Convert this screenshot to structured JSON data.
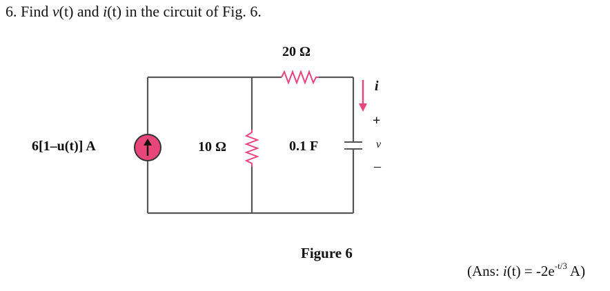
{
  "question": {
    "number": "6.",
    "text_before_v": "Find ",
    "v_symbol": "v",
    "v_arg": "(t)",
    "and_text": " and ",
    "i_symbol": "i",
    "i_arg": "(t)",
    "text_after": " in the circuit of Fig. 6."
  },
  "circuit": {
    "source_label": "6[1–u(t)] A",
    "resistor_1_label": "10 Ω",
    "resistor_2_label": "20 Ω",
    "capacitor_label": "0.1 F",
    "current_label": "i",
    "voltage_label": "v",
    "plus_label": "+",
    "minus_label": "–",
    "colors": {
      "wire": "#555555",
      "resistor": "#e8457a",
      "source_fill": "#e8457a",
      "arrow": "#e8457a"
    }
  },
  "caption": "Figure 6",
  "answer": {
    "prefix": "(Ans: ",
    "i_symbol": "i",
    "arg": "(t)",
    "equals": " = -2e",
    "exponent": "-t/3",
    "suffix": " A)"
  }
}
